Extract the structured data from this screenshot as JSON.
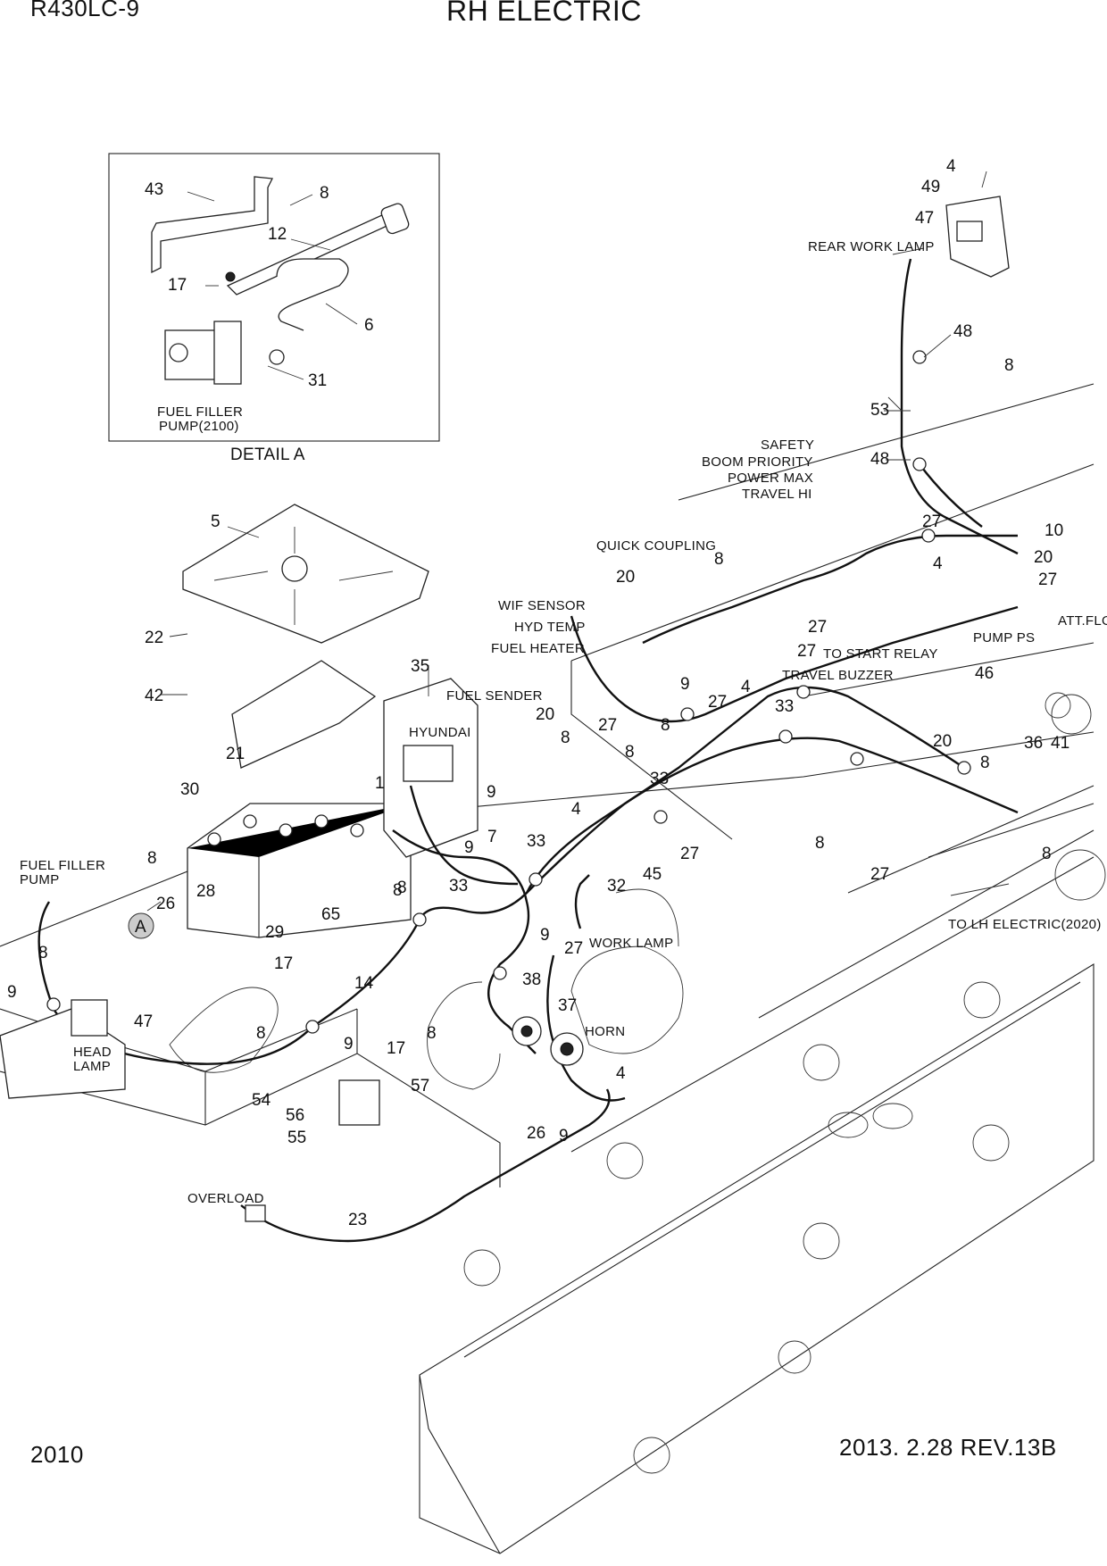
{
  "header": {
    "model": "R430LC-9",
    "title": "RH ELECTRIC"
  },
  "footer": {
    "page_number": "2010",
    "revision": "2013. 2.28  REV.13B"
  },
  "detail": {
    "caption": "DETAIL  A",
    "pump_label_1": "FUEL FILLER",
    "pump_label_2": "PUMP(2100)",
    "marker": "A"
  },
  "labels": {
    "rear_work_lamp": "REAR WORK LAMP",
    "safety": "SAFETY",
    "boom_priority": "BOOM PRIORITY",
    "power_max": "POWER MAX",
    "travel_hi": "TRAVEL HI",
    "quick_coupling": "QUICK COUPLING",
    "wif_sensor": "WIF SENSOR",
    "hyd_temp": "HYD TEMP",
    "fuel_heater": "FUEL HEATER",
    "fuel_sender": "FUEL SENDER",
    "to_start_relay": "TO START RELAY",
    "travel_buzzer": "TRAVEL BUZZER",
    "pump_ps": "PUMP PS",
    "att_flow": "ATT.FLOW",
    "to_lh_electric": "TO LH ELECTRIC(2020)",
    "fuel_filler_pump_1": "FUEL FILLER",
    "fuel_filler_pump_2": "PUMP",
    "work_lamp": "WORK LAMP",
    "horn": "HORN",
    "head_lamp_1": "HEAD",
    "head_lamp_2": "LAMP",
    "overload": "OVERLOAD",
    "brand": "HYUNDAI"
  },
  "callouts": [
    "43",
    "8",
    "12",
    "17",
    "6",
    "31",
    "4",
    "49",
    "47",
    "48",
    "8",
    "53",
    "48",
    "27",
    "10",
    "4",
    "20",
    "27",
    "20",
    "8",
    "27",
    "9",
    "27",
    "4",
    "33",
    "46",
    "20",
    "8",
    "36",
    "41",
    "5",
    "22",
    "42",
    "21",
    "35",
    "20",
    "8",
    "9",
    "7",
    "1",
    "9",
    "4",
    "33",
    "33",
    "27",
    "8",
    "32",
    "45",
    "27",
    "8",
    "33",
    "8",
    "30",
    "8",
    "28",
    "26",
    "8",
    "29",
    "65",
    "17",
    "14",
    "9",
    "8",
    "47",
    "8",
    "9",
    "27",
    "9",
    "38",
    "37",
    "8",
    "4",
    "17",
    "57",
    "54",
    "56",
    "55",
    "26",
    "9",
    "23",
    "27",
    "8",
    "8",
    "27"
  ]
}
